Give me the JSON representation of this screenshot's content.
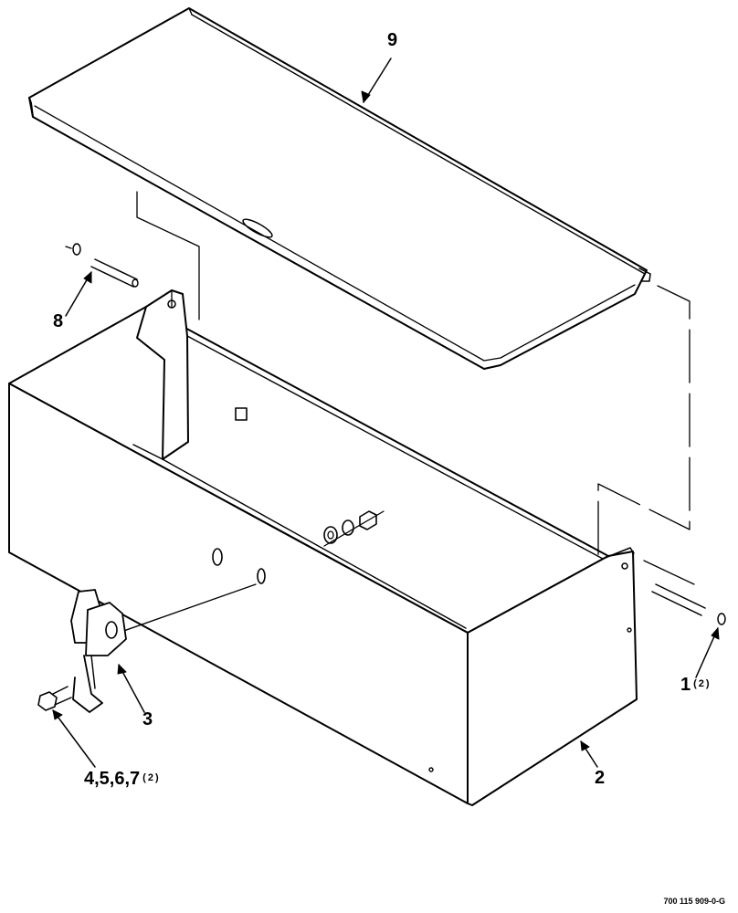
{
  "callouts": {
    "c9": {
      "label": "9"
    },
    "c8": {
      "label": "8"
    },
    "c1": {
      "label": "1",
      "qty": "(2)"
    },
    "c3": {
      "label": "3"
    },
    "c2": {
      "label": "2"
    },
    "c4567": {
      "label": "4,5,6,7",
      "qty": "(2)"
    }
  },
  "drawing_number": "700 115 909-0-G",
  "colors": {
    "line": "#000000",
    "paper": "#ffffff",
    "shade": "#eeeeee"
  }
}
